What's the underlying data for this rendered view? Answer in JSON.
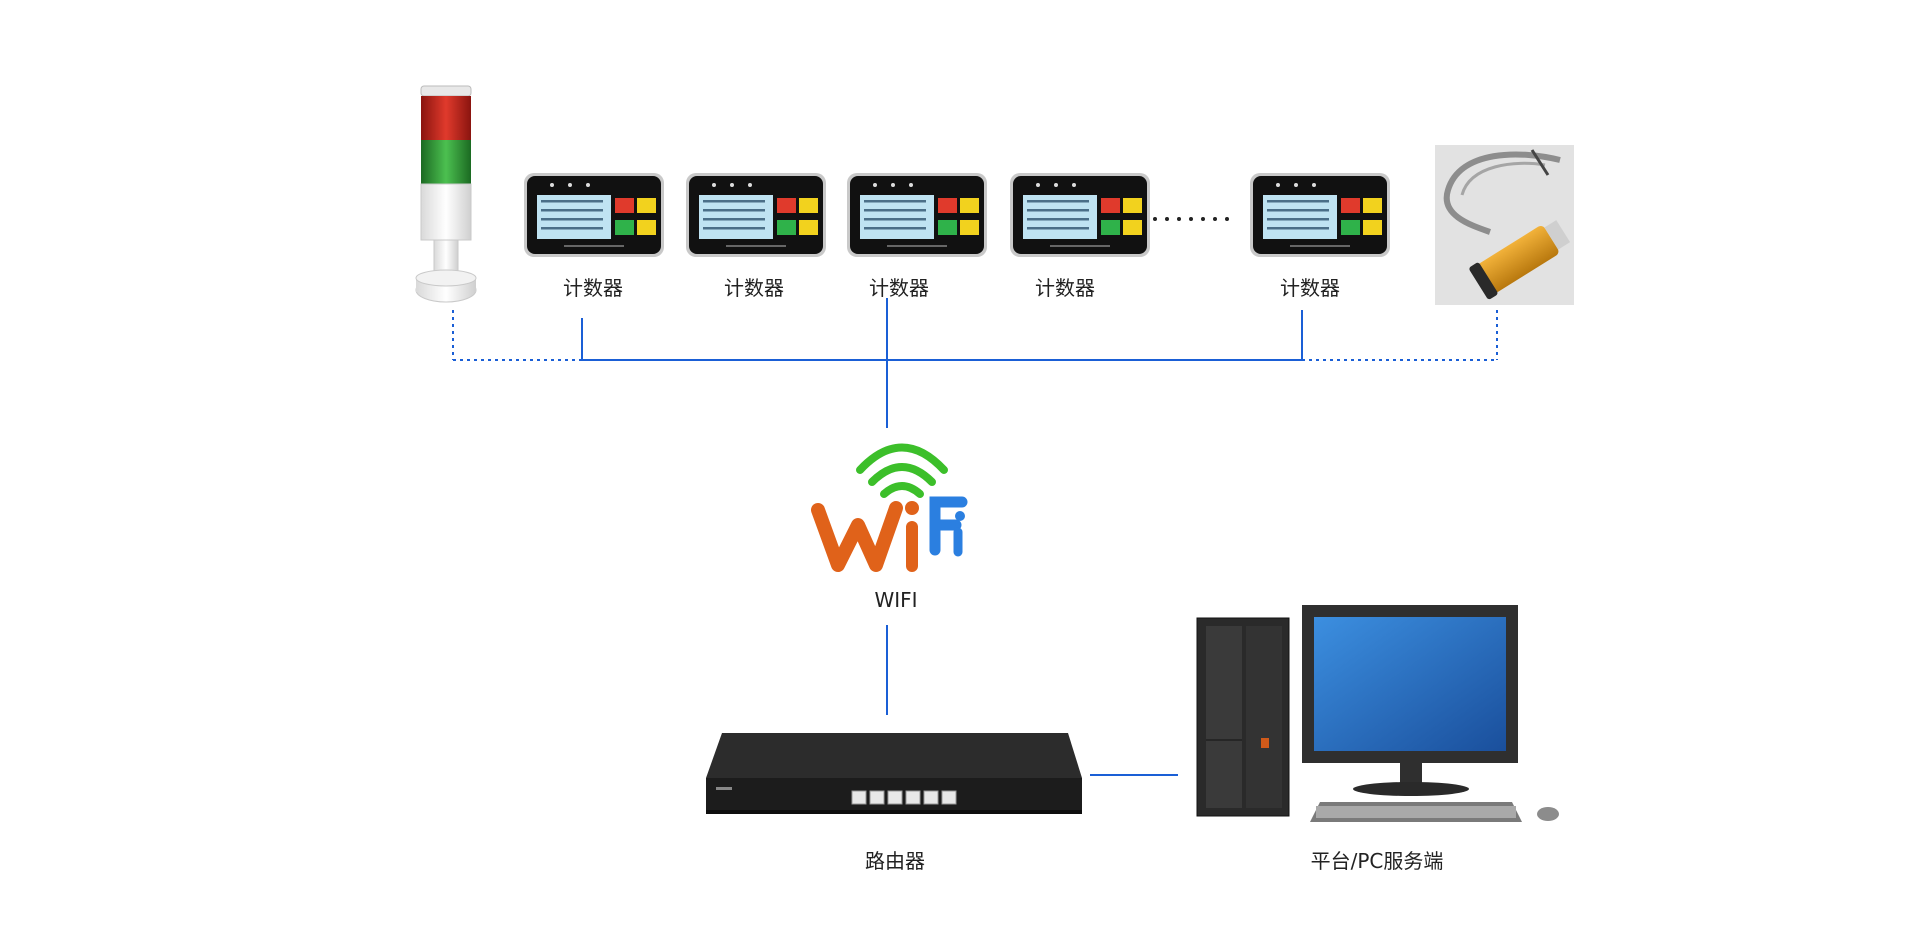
{
  "labels": {
    "counter": "计数器",
    "wifi": "WIFI",
    "router": "路由器",
    "server": "平台/PC服务端"
  },
  "counters": [
    {
      "label": "计数器"
    },
    {
      "label": "计数器"
    },
    {
      "label": "计数器"
    },
    {
      "label": "计数器"
    },
    {
      "label": "计数器"
    }
  ],
  "colors": {
    "line": "#1a5fd6",
    "tower_red": "#c0271f",
    "tower_green": "#2f9a3a",
    "wifi_green": "#3cbf2a",
    "wifi_orange": "#e0621a",
    "wifi_blue": "#2b7fe0",
    "screen": "#1e63b8"
  }
}
